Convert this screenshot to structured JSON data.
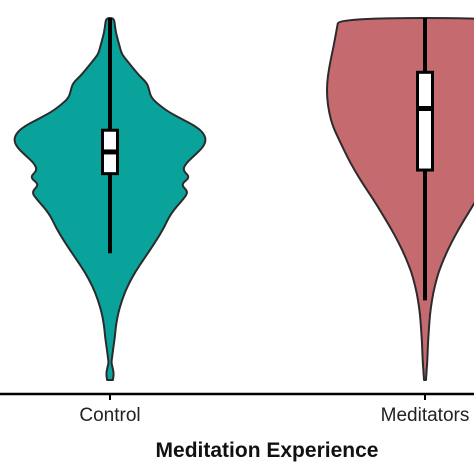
{
  "chart_data": {
    "type": "violin",
    "xlabel": "Meditation Experience",
    "ylabel": "",
    "categories": [
      "Control",
      "Meditators"
    ],
    "ylim": [
      0,
      100
    ],
    "groups": [
      {
        "category": "Control",
        "color": "#0aa39c",
        "density_y": [
          0,
          2,
          4,
          5,
          6,
          8,
          10,
          12,
          15,
          18,
          22,
          26,
          30,
          34,
          38,
          42,
          46,
          50,
          52,
          54,
          56,
          58,
          60,
          62,
          64,
          66,
          68,
          70,
          72,
          74,
          76,
          78,
          80,
          82,
          84,
          86,
          88,
          90,
          92,
          94,
          96,
          98,
          100
        ],
        "density_w": [
          0.03,
          0.04,
          0.02,
          0.015,
          0.02,
          0.03,
          0.04,
          0.05,
          0.06,
          0.08,
          0.12,
          0.18,
          0.26,
          0.36,
          0.46,
          0.55,
          0.62,
          0.75,
          0.8,
          0.72,
          0.82,
          0.74,
          0.78,
          0.86,
          0.94,
          0.98,
          0.96,
          0.88,
          0.74,
          0.6,
          0.5,
          0.42,
          0.4,
          0.38,
          0.3,
          0.24,
          0.18,
          0.12,
          0.1,
          0.08,
          0.06,
          0.05,
          0.04
        ],
        "whisker": [
          35,
          100
        ],
        "box": [
          57,
          69
        ],
        "median": 63
      },
      {
        "category": "Meditators",
        "color": "#c56b70",
        "density_y": [
          0,
          2,
          4,
          6,
          10,
          14,
          18,
          22,
          26,
          30,
          34,
          38,
          42,
          46,
          50,
          54,
          58,
          62,
          66,
          70,
          74,
          78,
          82,
          86,
          90,
          94,
          97,
          100
        ],
        "density_w": [
          0.01,
          0.015,
          0.02,
          0.025,
          0.03,
          0.04,
          0.05,
          0.07,
          0.1,
          0.14,
          0.2,
          0.27,
          0.35,
          0.44,
          0.53,
          0.63,
          0.72,
          0.8,
          0.87,
          0.94,
          0.98,
          1.0,
          1.0,
          0.98,
          0.95,
          0.92,
          0.9,
          0.88
        ],
        "whisker": [
          22,
          100
        ],
        "box": [
          58,
          85
        ],
        "median": 75
      }
    ]
  }
}
